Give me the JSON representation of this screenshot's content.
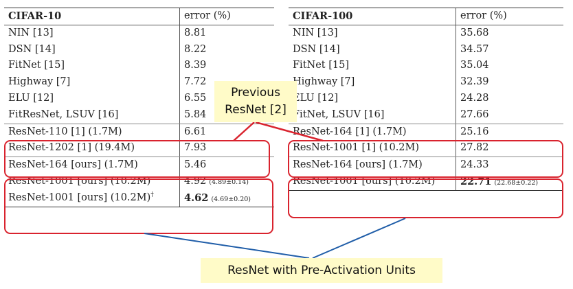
{
  "chart_data": [
    {
      "type": "table",
      "title": "CIFAR-10",
      "columns": [
        "CIFAR-10",
        "error (%)"
      ],
      "rows": [
        {
          "method": "NIN [13]",
          "error": "8.81"
        },
        {
          "method": "DSN [14]",
          "error": "8.22"
        },
        {
          "method": "FitNet [15]",
          "error": "8.39"
        },
        {
          "method": "Highway [7]",
          "error": "7.72"
        },
        {
          "method": "ELU [12]",
          "error": "6.55"
        },
        {
          "method": "FitResNet, LSUV [16]",
          "error": "5.84"
        },
        {
          "method": "ResNet-110 [1] (1.7M)",
          "error": "6.61"
        },
        {
          "method": "ResNet-1202 [1] (19.4M)",
          "error": "7.93"
        },
        {
          "method": "ResNet-164 [ours] (1.7M)",
          "error": "5.46"
        },
        {
          "method": "ResNet-1001 [ours] (10.2M)",
          "error": "4.92",
          "note": "(4.89±0.14)"
        },
        {
          "method": "ResNet-1001 [ours] (10.2M)",
          "dagger": "†",
          "error": "4.62",
          "note": "(4.69±0.20)",
          "bold": true
        }
      ]
    },
    {
      "type": "table",
      "title": "CIFAR-100",
      "columns": [
        "CIFAR-100",
        "error (%)"
      ],
      "rows": [
        {
          "method": "NIN [13]",
          "error": "35.68"
        },
        {
          "method": "DSN [14]",
          "error": "34.57"
        },
        {
          "method": "FitNet [15]",
          "error": "35.04"
        },
        {
          "method": "Highway [7]",
          "error": "32.39"
        },
        {
          "method": "ELU [12]",
          "error": "24.28"
        },
        {
          "method": "FitNet, LSUV [16]",
          "error": "27.66"
        },
        {
          "method": "ResNet-164 [1] (1.7M)",
          "error": "25.16"
        },
        {
          "method": "ResNet-1001 [1] (10.2M)",
          "error": "27.82"
        },
        {
          "method": "ResNet-164 [ours] (1.7M)",
          "error": "24.33"
        },
        {
          "method": "ResNet-1001 [ours] (10.2M)",
          "error": "22.71",
          "note": "(22.68±0.22)",
          "bold": true
        }
      ]
    }
  ],
  "annotations": {
    "previous_line1": "Previous",
    "previous_line2": "ResNet [2]",
    "preact": "ResNet with Pre-Activation Units"
  },
  "colors": {
    "highlight_box": "#d9232e",
    "callout_bg": "#fffbc8"
  }
}
